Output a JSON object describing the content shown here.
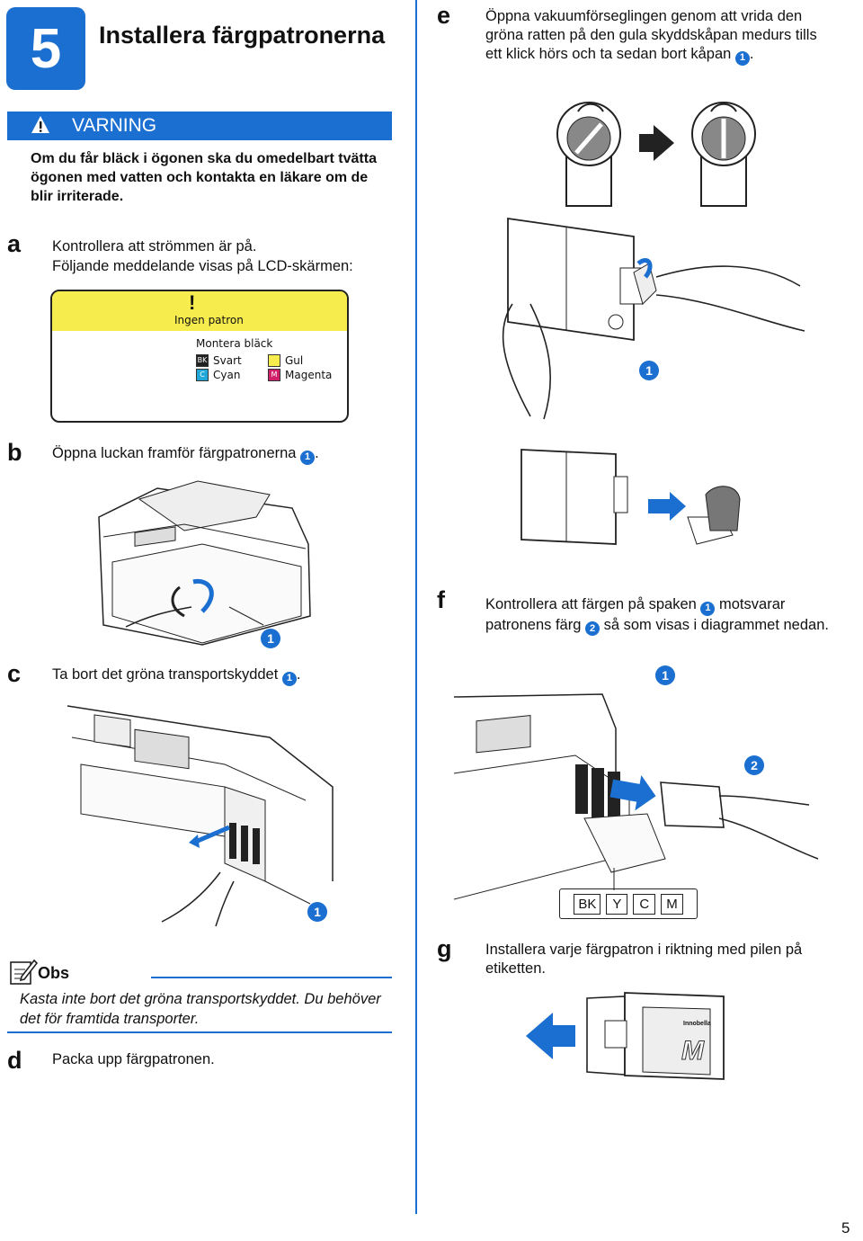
{
  "header": {
    "step_number": "5",
    "title": "Installera färgpatronerna"
  },
  "warning": {
    "label": "VARNING",
    "text": "Om du får bläck i ögonen ska du omedelbart tvätta ögonen med vatten och kontakta en läkare om de blir irriterade."
  },
  "steps": {
    "a": {
      "letter": "a",
      "line1": "Kontrollera att strömmen är på.",
      "line2": "Följande meddelande visas på LCD-skärmen:"
    },
    "b": {
      "letter": "b",
      "text": "Öppna luckan framför färgpatronerna",
      "callout": "1",
      "end": "."
    },
    "c": {
      "letter": "c",
      "text": "Ta bort det gröna transportskyddet",
      "callout": "1",
      "end": "."
    },
    "d": {
      "letter": "d",
      "text": "Packa upp färgpatronen."
    },
    "e": {
      "letter": "e",
      "text": "Öppna vakuumförseglingen genom att vrida den gröna ratten på den gula skyddskåpan medurs tills ett klick hörs och ta sedan bort kåpan",
      "callout": "1",
      "end": "."
    },
    "f": {
      "letter": "f",
      "text_a": "Kontrollera att färgen på spaken",
      "callout1": "1",
      "text_b": "motsvarar patronens färg",
      "callout2": "2",
      "text_c": "så som visas i diagrammet nedan."
    },
    "g": {
      "letter": "g",
      "text": "Installera varje färgpatron i riktning med pilen på etiketten."
    }
  },
  "lcd": {
    "bang": "!",
    "title": "Ingen patron",
    "subtitle": "Montera bläck",
    "inks": [
      {
        "code": "BK",
        "name": "Svart",
        "color": "#222222"
      },
      {
        "code": "C",
        "name": "Cyan",
        "color": "#22a8d8"
      },
      {
        "code": "",
        "name": "Gul",
        "color": "#f6ec4e"
      },
      {
        "code": "M",
        "name": "Magenta",
        "color": "#d0206a"
      }
    ]
  },
  "figure_callouts": {
    "fig_b": "1",
    "fig_c": "1",
    "fig_e": "1",
    "fig_f1": "1",
    "fig_f2": "2"
  },
  "color_labels": [
    "BK",
    "Y",
    "C",
    "M"
  ],
  "cartridge_label": {
    "brand": "Innobella",
    "letter": "M"
  },
  "note": {
    "label": "Obs",
    "text": "Kasta inte bort det gröna transportskyddet. Du behöver det för framtida transporter."
  },
  "page_number": "5",
  "colors": {
    "accent": "#1b6fd0",
    "lcd_bar": "#f6ec4e"
  }
}
